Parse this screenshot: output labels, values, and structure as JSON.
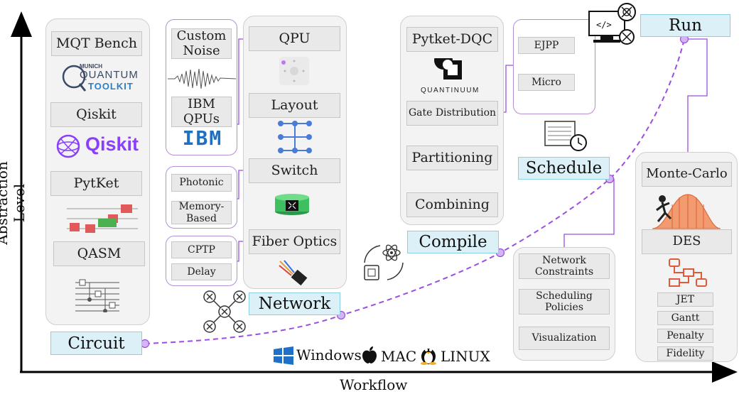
{
  "axes": {
    "x_label": "Workflow",
    "y_label": "Abstraction Level"
  },
  "stages": {
    "circuit": "Circuit",
    "network": "Network",
    "compile": "Compile",
    "schedule": "Schedule",
    "run": "Run"
  },
  "circuit_tools": {
    "mqt_bench": "MQT Bench",
    "munich_logo_small": "MUNICH",
    "munich_logo_big1": "QUANTUM",
    "munich_logo_big2": "TOOLKIT",
    "qiskit": "Qiskit",
    "qiskit_logo_text": "Qiskit",
    "pytket": "PytKet",
    "qasm": "QASM"
  },
  "network": {
    "custom_noise": "Custom Noise",
    "ibm_qpus": "IBM QPUs",
    "ibm_logo": "IBM",
    "photonic": "Photonic",
    "memory_based": "Memory-Based",
    "cptp": "CPTP",
    "delay": "Delay",
    "qpu": "QPU",
    "layout": "Layout",
    "switch": "Switch",
    "fiber_optics": "Fiber Optics"
  },
  "compile": {
    "pytket_dqc": "Pytket-DQC",
    "quantinuum_logo": "QUANTINUUM",
    "gate_distribution": "Gate Distribution",
    "partitioning": "Partitioning",
    "combining": "Combining",
    "ejpp": "EJPP",
    "micro": "Micro"
  },
  "schedule": {
    "network_constraints": "Network Constraints",
    "scheduling_policies": "Scheduling Policies",
    "visualization": "Visualization"
  },
  "run": {
    "monte_carlo": "Monte-Carlo",
    "des": "DES",
    "jet": "JET",
    "gantt": "Gantt",
    "penalty": "Penalty",
    "fidelity": "Fidelity",
    "code_glyph": "</>"
  },
  "platforms": {
    "windows": "Windows",
    "mac": "MAC",
    "linux": "LINUX"
  },
  "colors": {
    "stage_fill": "#dcf1f7",
    "curve": "#9b4fe0",
    "panel_fill": "#f3f3f3",
    "box_fill": "#e9e9e9"
  }
}
